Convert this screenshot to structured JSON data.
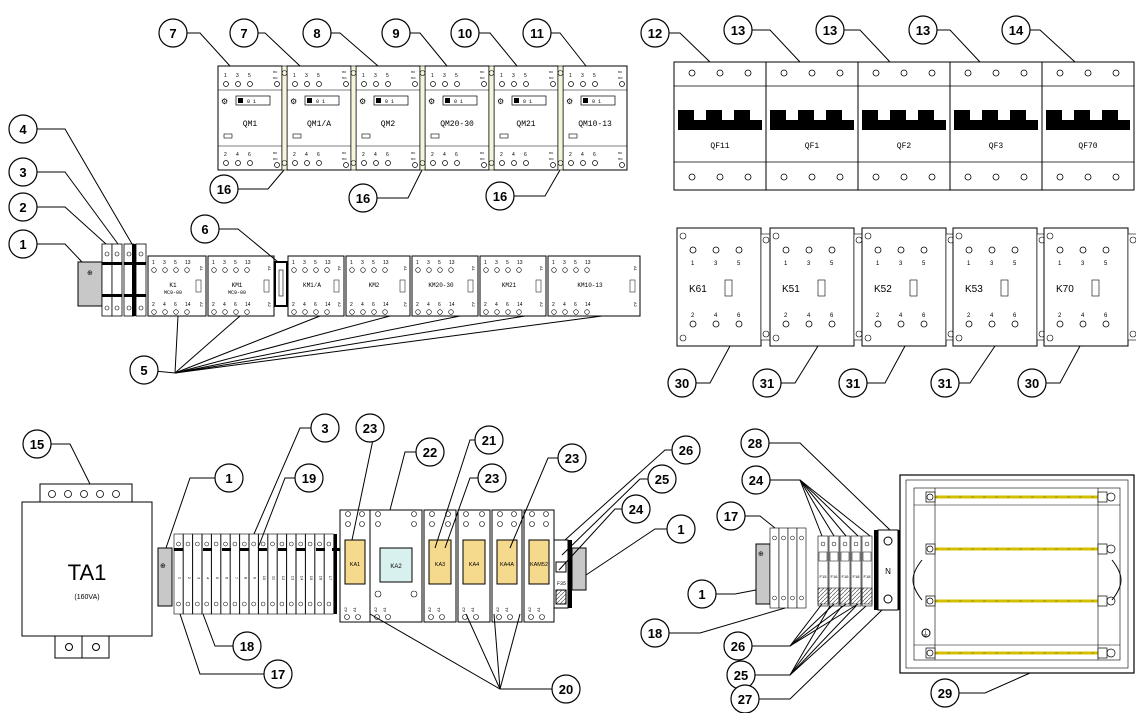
{
  "callouts": {
    "c1": "1",
    "c2": "2",
    "c3": "3",
    "c4": "4",
    "c5": "5",
    "c6": "6",
    "c7": "7",
    "c8": "8",
    "c9": "9",
    "c10": "10",
    "c11": "11",
    "c12": "12",
    "c13": "13",
    "c14": "14",
    "c15": "15",
    "c16": "16",
    "c17": "17",
    "c18": "18",
    "c19": "19",
    "c20": "20",
    "c21": "21",
    "c22": "22",
    "c23": "23",
    "c24": "24",
    "c25": "25",
    "c26": "26",
    "c27": "27",
    "c28": "28",
    "c29": "29",
    "c30": "30",
    "c31": "31"
  },
  "qm": {
    "names": [
      "QM1",
      "QM1/A",
      "QM2",
      "QM20-30",
      "QM21",
      "QM10-13"
    ],
    "top_terms": [
      "1",
      "3",
      "5"
    ],
    "bot_terms": [
      "2",
      "4",
      "6"
    ],
    "no": "no",
    "nc": "nc",
    "toggle": "0 1"
  },
  "qf": {
    "names": [
      "QF11",
      "QF1",
      "QF2",
      "QF3",
      "QF70"
    ]
  },
  "contactors": {
    "names": [
      "K61",
      "K51",
      "K52",
      "K53",
      "K70"
    ],
    "top_terms": [
      "1",
      "3",
      "5"
    ],
    "bot_terms": [
      "2",
      "4",
      "6"
    ]
  },
  "km": {
    "k1_name": "K1",
    "k1_sub": "MC9-00",
    "km1_name": "KM1",
    "km1_sub": "MC9-00",
    "others": [
      "KM1/A",
      "KM2",
      "KM20-30",
      "KM21",
      "KM10-13"
    ],
    "top_terms": [
      "1",
      "3",
      "5",
      "13"
    ],
    "bot_terms": [
      "2",
      "4",
      "6",
      "14"
    ],
    "a1": "A1",
    "a2": "A2"
  },
  "transformer": {
    "name": "TA1",
    "rating": "(160VA)"
  },
  "relays": {
    "names": [
      "KA1",
      "KA2",
      "KA3",
      "KA4",
      "KA4A",
      "KAM52"
    ],
    "a1": "A1",
    "a2": "A2"
  },
  "terminals": {
    "labels": [
      "1",
      "2",
      "3",
      "4",
      "5",
      "6",
      "7",
      "8",
      "9",
      "10",
      "11",
      "12",
      "13",
      "14",
      "15",
      "16",
      "17"
    ]
  },
  "fuses": {
    "labels": [
      "F15",
      "F16",
      "F16",
      "F18",
      "F18"
    ],
    "f35": "F35"
  },
  "neutral": {
    "label": "N"
  }
}
